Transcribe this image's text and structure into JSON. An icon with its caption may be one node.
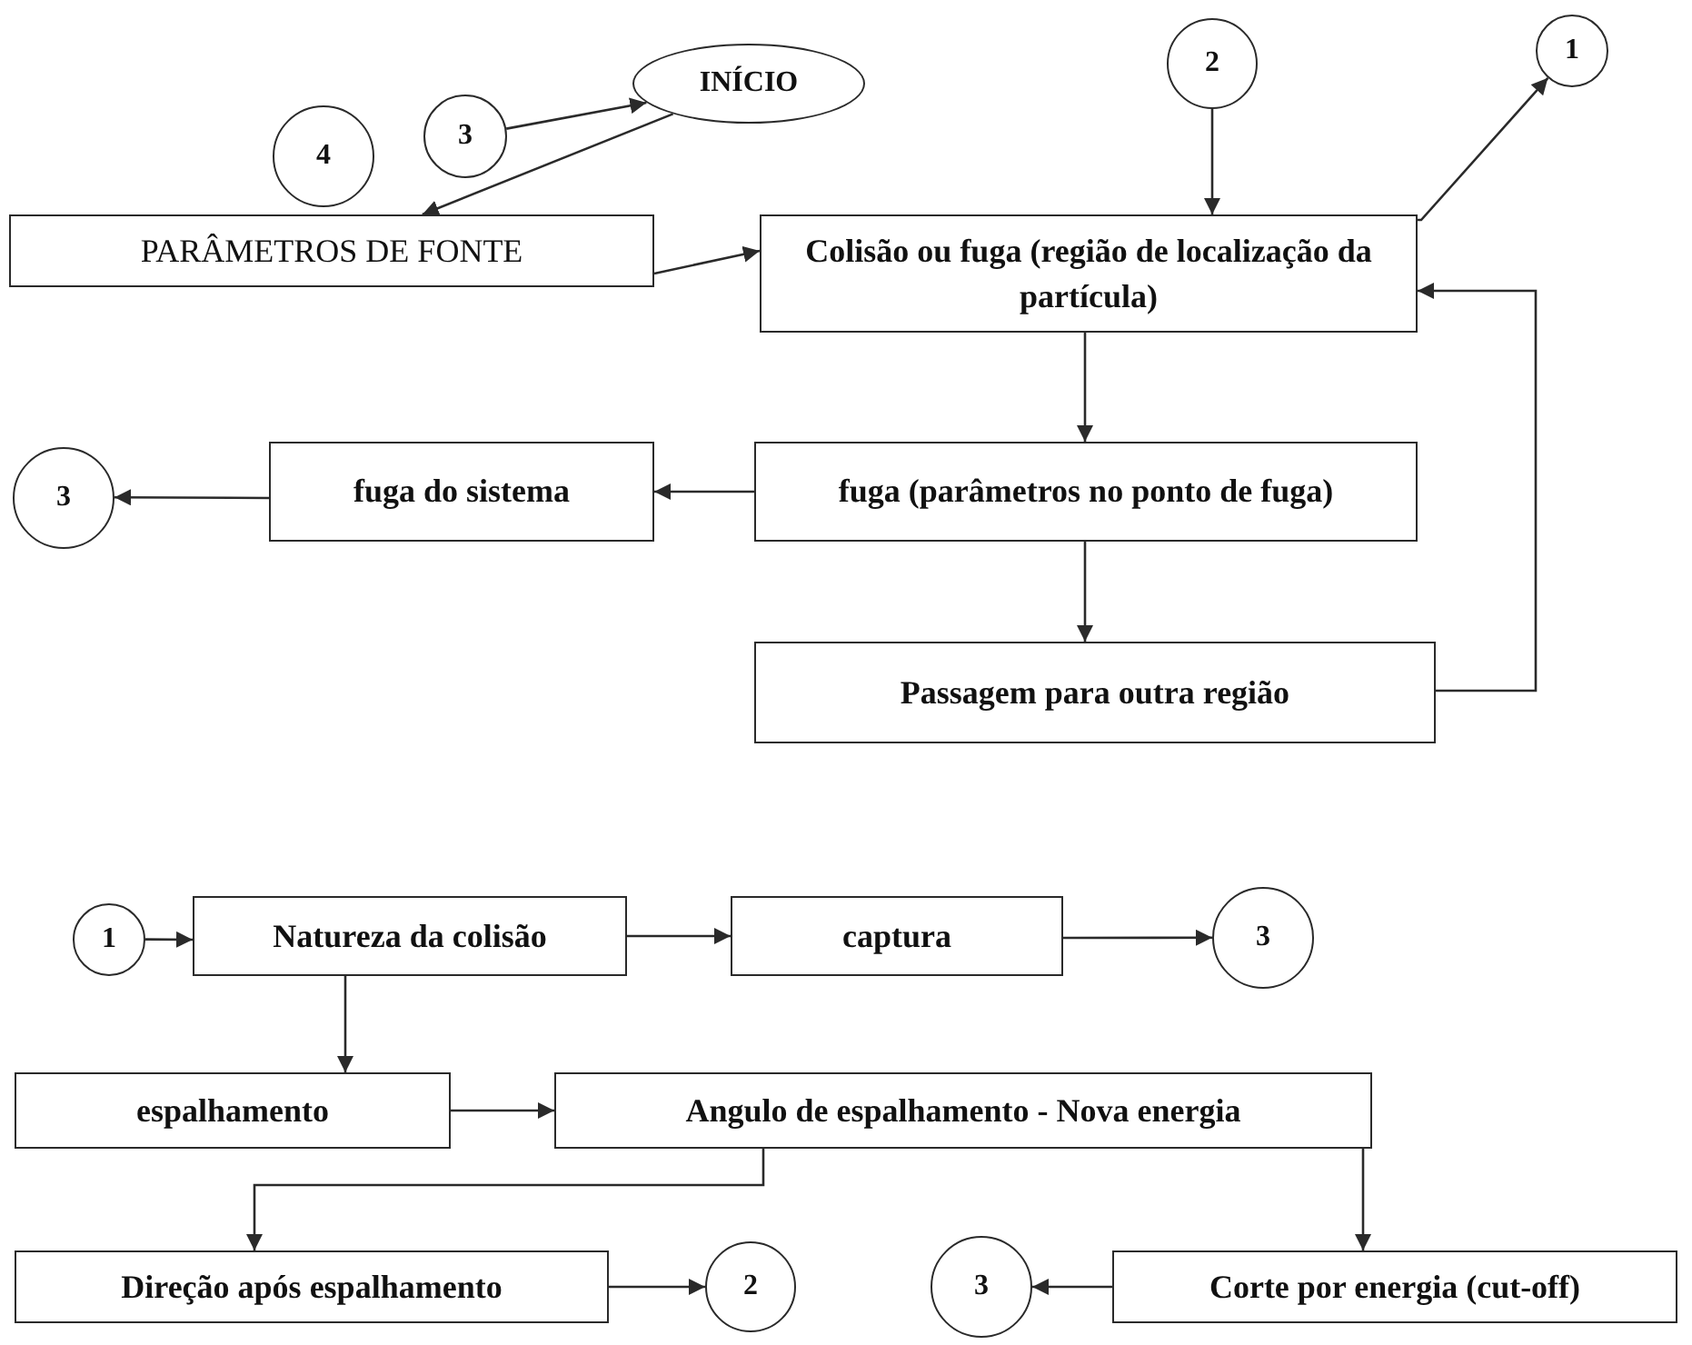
{
  "diagram": {
    "nodes": [
      {
        "text": [
          "3"
        ]
      },
      {
        "text": [
          "INÍCIO"
        ]
      },
      {
        "text": [
          "2"
        ]
      },
      {
        "text": [
          "1"
        ]
      },
      {
        "text": [
          "4"
        ]
      },
      {
        "text": [
          "PARÂMETROS DE FONTE"
        ]
      },
      {
        "text": [
          "Colisão ou fuga (região de localização da partícula)"
        ]
      },
      {
        "text": [
          "3"
        ]
      },
      {
        "text": [
          "fuga do sistema"
        ]
      },
      {
        "text": [
          "fuga (parâmetros no ponto de fuga)"
        ]
      },
      {
        "text": [
          "Passagem para outra região"
        ]
      },
      {
        "text": [
          "1"
        ]
      },
      {
        "text": [
          "Natureza da colisão"
        ]
      },
      {
        "text": [
          "captura"
        ]
      },
      {
        "text": [
          "3"
        ]
      },
      {
        "text": [
          "espalhamento"
        ]
      },
      {
        "text": [
          "Angulo de espalhamento  -  Nova energia"
        ]
      },
      {
        "text": [
          "Direção após espalhamento"
        ]
      },
      {
        "text": [
          "2"
        ]
      },
      {
        "text": [
          "3"
        ]
      },
      {
        "text": [
          "Corte por energia (cut-off)"
        ]
      }
    ],
    "edges": [
      {
        "from": 0,
        "to": 1,
        "arrow": "to"
      },
      {
        "from": 1,
        "to": 5,
        "arrow": "to"
      },
      {
        "from": 5,
        "to": 6,
        "arrow": "to"
      },
      {
        "from": 2,
        "to": 6,
        "arrow": "to"
      },
      {
        "from": 6,
        "to": 3,
        "arrow": "to"
      },
      {
        "from": 10,
        "to": 6,
        "arrow": "to"
      },
      {
        "from": 6,
        "to": 9,
        "arrow": "to"
      },
      {
        "from": 9,
        "to": 8,
        "arrow": "to"
      },
      {
        "from": 8,
        "to": 7,
        "arrow": "to"
      },
      {
        "from": 9,
        "to": 10,
        "arrow": "to"
      },
      {
        "from": 11,
        "to": 12,
        "arrow": "to"
      },
      {
        "from": 12,
        "to": 13,
        "arrow": "to"
      },
      {
        "from": 13,
        "to": 14,
        "arrow": "to"
      },
      {
        "from": 12,
        "to": 15,
        "arrow": "to"
      },
      {
        "from": 15,
        "to": 16,
        "arrow": "to"
      },
      {
        "from": 16,
        "to": 17,
        "arrow": "to"
      },
      {
        "from": 16,
        "to": 20,
        "arrow": "to"
      },
      {
        "from": 17,
        "to": 18,
        "arrow": "to"
      },
      {
        "from": 20,
        "to": 19,
        "arrow": "to"
      }
    ]
  }
}
